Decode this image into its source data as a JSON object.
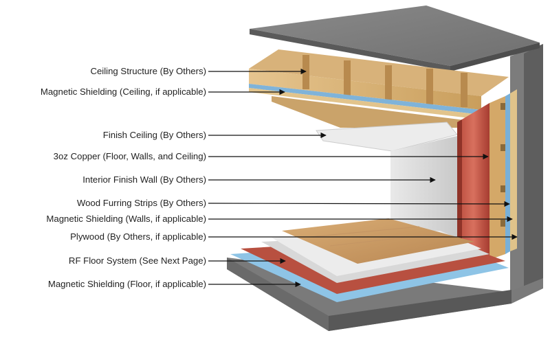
{
  "callouts": [
    {
      "id": "ceiling-structure",
      "label": "Ceiling Structure (By Others)"
    },
    {
      "id": "magnetic-shielding-ceiling",
      "label": "Magnetic Shielding (Ceiling, if applicable)"
    },
    {
      "id": "finish-ceiling",
      "label": "Finish Ceiling (By Others)"
    },
    {
      "id": "copper",
      "label": "3oz Copper (Floor, Walls, and Ceiling)"
    },
    {
      "id": "interior-finish-wall",
      "label": "Interior Finish Wall (By Others)"
    },
    {
      "id": "wood-furring-strips",
      "label": "Wood Furring Strips (By Others)"
    },
    {
      "id": "magnetic-shielding-walls",
      "label": "Magnetic Shielding (Walls, if applicable)"
    },
    {
      "id": "plywood",
      "label": "Plywood (By Others, if applicable)"
    },
    {
      "id": "rf-floor-system",
      "label": "RF Floor System (See Next Page)"
    },
    {
      "id": "magnetic-shielding-floor",
      "label": "Magnetic Shielding (Floor, if applicable)"
    }
  ]
}
